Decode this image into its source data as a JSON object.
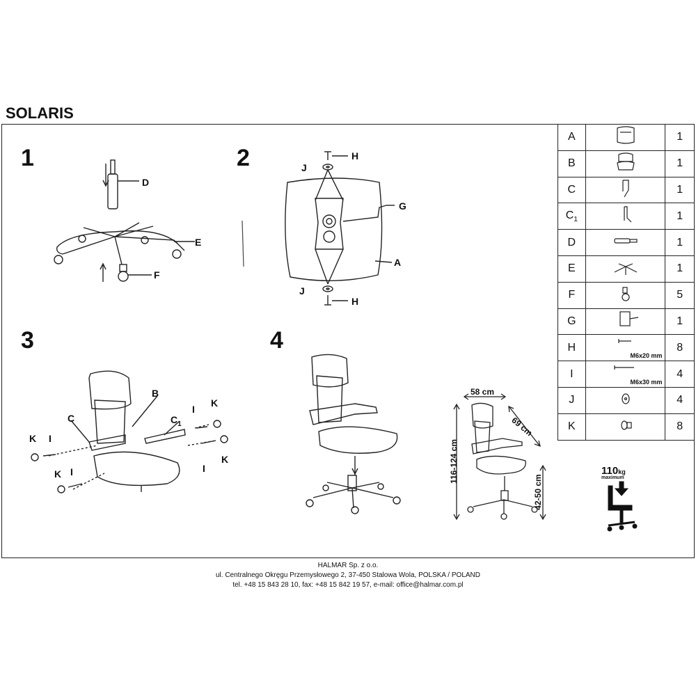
{
  "header": {
    "title": "SOLARIS"
  },
  "steps": {
    "s1": "1",
    "s2": "2",
    "s3": "3",
    "s4": "4"
  },
  "labels": {
    "s1": {
      "d": "D",
      "e": "E",
      "f": "F"
    },
    "s2": {
      "h1": "H",
      "j1": "J",
      "g": "G",
      "a": "A",
      "j2": "J",
      "h2": "H"
    },
    "s3": {
      "b": "B",
      "c": "C",
      "c1": "C",
      "c1_sub": "1",
      "i1": "I",
      "k1": "K",
      "k2": "K",
      "i2": "I",
      "k3": "K",
      "i3": "I",
      "k4": "K",
      "i4": "I"
    }
  },
  "dimensions": {
    "width": "58 cm",
    "depth": "69 cm",
    "height": "116-124 cm",
    "seat_height": "42-50 cm"
  },
  "capacity": {
    "value": "110",
    "unit": "kg",
    "note": "maximum"
  },
  "parts": [
    {
      "letter": "A",
      "sub": "",
      "icon": "backrest-icon",
      "qty": "1",
      "spec": ""
    },
    {
      "letter": "B",
      "sub": "",
      "icon": "seat-icon",
      "qty": "1",
      "spec": ""
    },
    {
      "letter": "C",
      "sub": "",
      "icon": "armrest-left-icon",
      "qty": "1",
      "spec": ""
    },
    {
      "letter": "C",
      "sub": "1",
      "icon": "armrest-right-icon",
      "qty": "1",
      "spec": ""
    },
    {
      "letter": "D",
      "sub": "",
      "icon": "gas-lift-icon",
      "qty": "1",
      "spec": ""
    },
    {
      "letter": "E",
      "sub": "",
      "icon": "base-icon",
      "qty": "1",
      "spec": ""
    },
    {
      "letter": "F",
      "sub": "",
      "icon": "castor-icon",
      "qty": "5",
      "spec": ""
    },
    {
      "letter": "G",
      "sub": "",
      "icon": "mechanism-icon",
      "qty": "1",
      "spec": ""
    },
    {
      "letter": "H",
      "sub": "",
      "icon": "bolt-short-icon",
      "qty": "8",
      "spec": "M6x20 mm"
    },
    {
      "letter": "I",
      "sub": "",
      "icon": "bolt-long-icon",
      "qty": "4",
      "spec": "M6x30 mm"
    },
    {
      "letter": "J",
      "sub": "",
      "icon": "washer-icon",
      "qty": "4",
      "spec": ""
    },
    {
      "letter": "K",
      "sub": "",
      "icon": "cap-nut-icon",
      "qty": "8",
      "spec": ""
    }
  ],
  "footer": {
    "company": "HALMAR Sp. z o.o.",
    "address": "ul. Centralnego Okręgu Przemysłowego 2, 37-450 Stalowa Wola, POLSKA / POLAND",
    "contact": "tel. +48 15 843 28 10, fax: +48 15 842 19 57, e-mail: office@halmar.com.pl"
  }
}
